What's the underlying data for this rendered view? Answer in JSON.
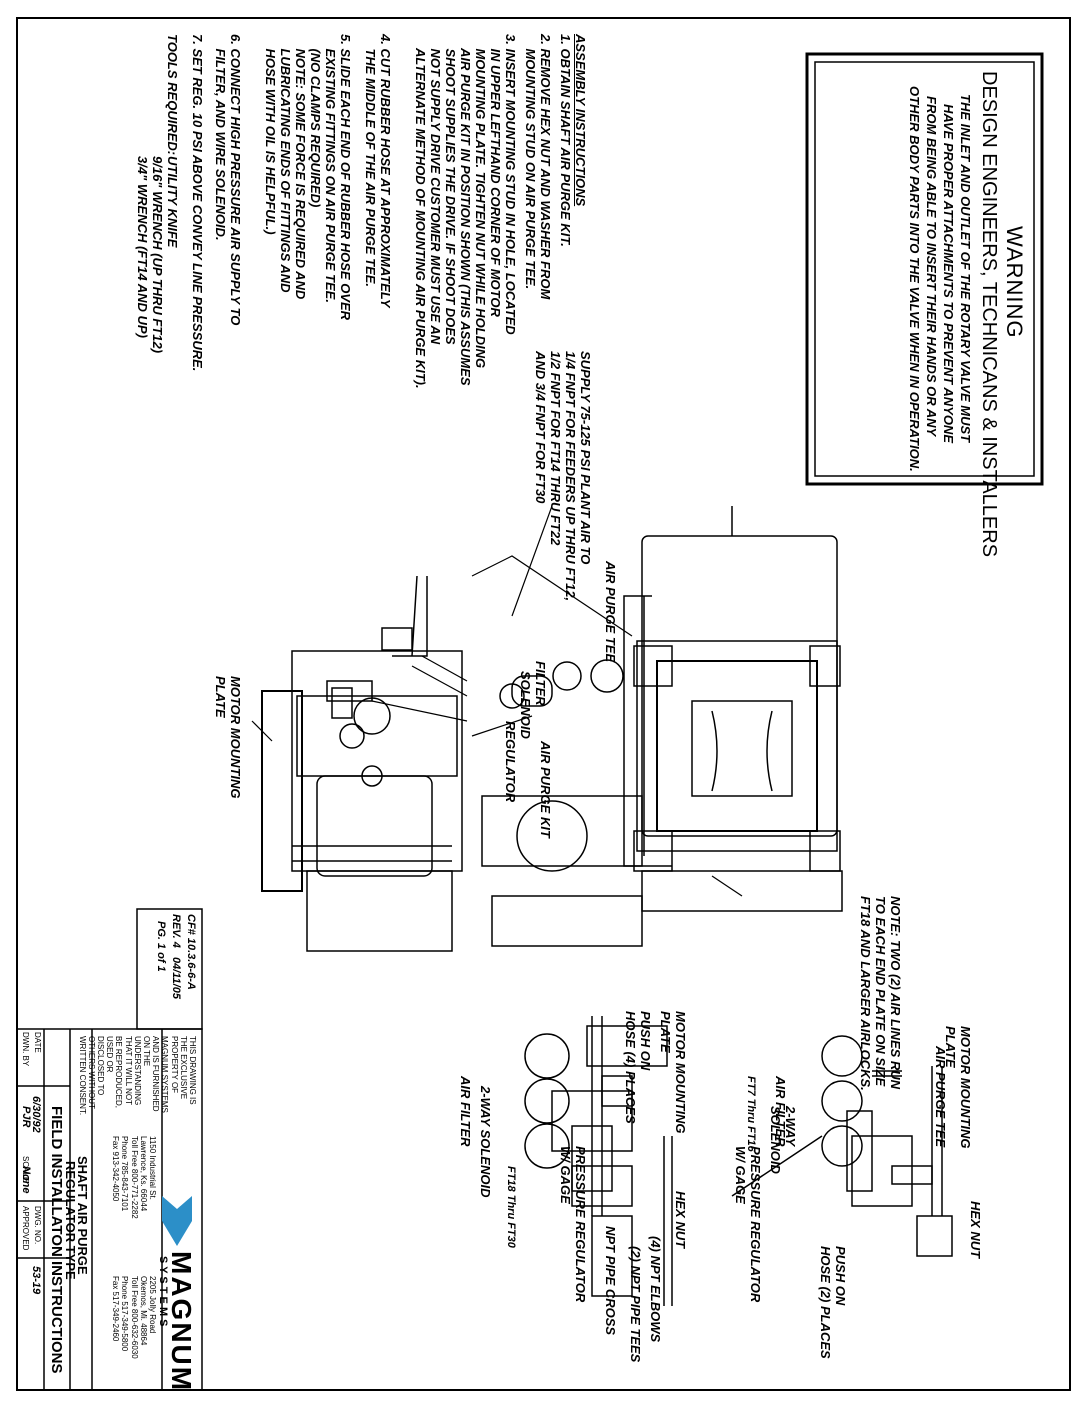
{
  "warning": {
    "title": "WARNING",
    "subtitle": "DESIGN ENGINEERS, TECHNICANS & INSTALLERS",
    "lines": [
      "THE INLET AND OUTLET OF THE ROTARY VALVE MUST",
      "HAVE PROPER ATTACHMENTS TO PREVENT ANYONE",
      "FROM BEING ABLE TO INSERT THEIR HANDS OR ANY",
      "OTHER BODY PARTS INTO THE VALVE WHEN IN OPERATION."
    ]
  },
  "assembly": {
    "heading": "ASSEMBLY INSTRUCTIONS",
    "steps": [
      "1. OBTAIN SHAFT AIR PURGE KIT.",
      "2. REMOVE HEX NUT AND WASHER FROM\n    MOUNTING STUD ON AIR PURGE TEE.",
      "3. INSERT MOUNTING STUD IN HOLE, LOCATED\n    IN UPPER LEFTHAND CORNER OF MOTOR\n    MOUNTING PLATE. TIGHTEN NUT WHILE HOLDING\n    AIR PURGE KIT IN POSITION SHOWN (THIS ASSUMES\n    SHOOT SUPPLIES THE DRIVE. IF SHOOT DOES\n    NOT SUPPLY DRIVE CUSTOMER MUST USE AN\n    ALTERNATE METHOD OF MOUNTING AIR PURGE KIT).",
      "4. CUT RUBBER HOSE AT APPROXIMATELY\n    THE MIDDLE OF THE AIR PURGE TEE.",
      "5. SLIDE EACH END OF RUBBER HOSE OVER\n    EXISTING FITTINGS ON AIR PURGE TEE.\n    (NO CLAMPS REQUIRED)\n    NOTE: SOME FORCE IS REQUIRED AND\n    LUBRICATING ENDS OF FITTINGS AND\n    HOSE WITH OIL IS HELPFUL.)",
      "6. CONNECT HIGH PRESSURE AIR SUPPLY TO\n    FILTER, AND WIRE SOLENOID.",
      "7. SET REG. 10 PSI ABOVE CONVEY LINE PRESSURE."
    ],
    "tools_label": "TOOLS REQUIRED:",
    "tools": "UTILITY KNIFE\n9/16\" WRENCH (UP THRU FT12)\n3/4\" WRENCH (FT14 AND UP)"
  },
  "supply_note": "SUPPLY 75-125 PSI PLANT AIR TO\n1/4 FNPT FOR FEEDERS UP THRU FT12,\n1/2 FNPT FOR FT14 THRU FT22\nAND 3/4 FNPT FOR FT30",
  "labels": {
    "air_purge_tee": "AIR PURGE TEE",
    "note_two_lines": "NOTE: TWO (2) AIR LINES RUN\nTO EACH END PLATE ON SIZE\nFT18 AND LARGER AIRLOCKS.",
    "filter": "FILTER",
    "solenoid": "SOLENOID",
    "regulator": "REGULATOR",
    "air_purge_kit": "AIR PURGE KIT",
    "motor_mounting_plate": "MOTOR MOUNTING\nPLATE"
  },
  "detail_top": {
    "motor_mounting_plate": "MOTOR MOUNTING\nPLATE",
    "air_purge_tee": "AIR PURGE TEE",
    "hex_nut": "HEX NUT",
    "two_way_solenoid": "2-WAY\nSOLENOID",
    "air_filter": "AIR FILTER",
    "pressure_regulator": "PRESSURE REGULATOR\nW/ GAGE",
    "push_on_hose": "PUSH ON\nHOSE (2) PLACES",
    "range": "FT7 Thru FT16"
  },
  "detail_bottom": {
    "motor_mounting_plate": "MOTOR MOUNTING\nPLATE",
    "push_on_hose": "PUSH ON\nHOSE (4) PLACES",
    "hex_nut": "HEX NUT",
    "npt_elbows": "(4) NPT ELBOWS",
    "npt_tees": "(2) NPT PIPE TEES",
    "npt_cross": "NPT PIPE CROSS",
    "pressure_regulator": "PRESSURE REGULATOR\nW/ GAGE",
    "two_way_solenoid": "2-WAY SOLENOID",
    "air_filter": "AIR FILTER",
    "range": "FT18 Thru FT30"
  },
  "revision": {
    "cf": "CF# 10.3.6-6-A",
    "rev": "REV. 4   04/11/05",
    "pg": "PG. 1 of 1"
  },
  "title_block": {
    "company": "MAGNUM",
    "company_sub": "S Y S T E M S",
    "address_left": "1150 Industrial St.\nLawrence, Ks. 66044\nToll Free 800-771-2282\nPhone 785-843-7101\nFax 913-342-4050",
    "address_right": "2205 Jolly Road\nOkemos, Mi. 48864\nToll Free 800-632-6030\nPhone 517-349-5800\nFax 517-349-2460",
    "disclaimer": "THIS DRAWING IS THE EXCLUSIVE PROPERTY OF MAGNUM SYSTEMS AND IS FURNISHED ON THE UNDERSTANDING THAT IT WILL NOT BE REPRODUCED, USED OR DISCLOSED TO OTHERS WITHOUT WRITTEN CONSENT.",
    "title_1": "SHAFT AIR PURGE",
    "title_2": "REGULATOR TYPE",
    "title_3": "FIELD INSTALLATON INSTRUCTIONS",
    "date_label": "DATE",
    "date": "6/30/92",
    "dwn_label": "DWN. BY",
    "dwn": "PJR",
    "scale_label": "SCALE",
    "scale": "None",
    "dwg_label": "DWG. NO.",
    "dwg": "53-19",
    "approved_label": "APPROVED"
  }
}
